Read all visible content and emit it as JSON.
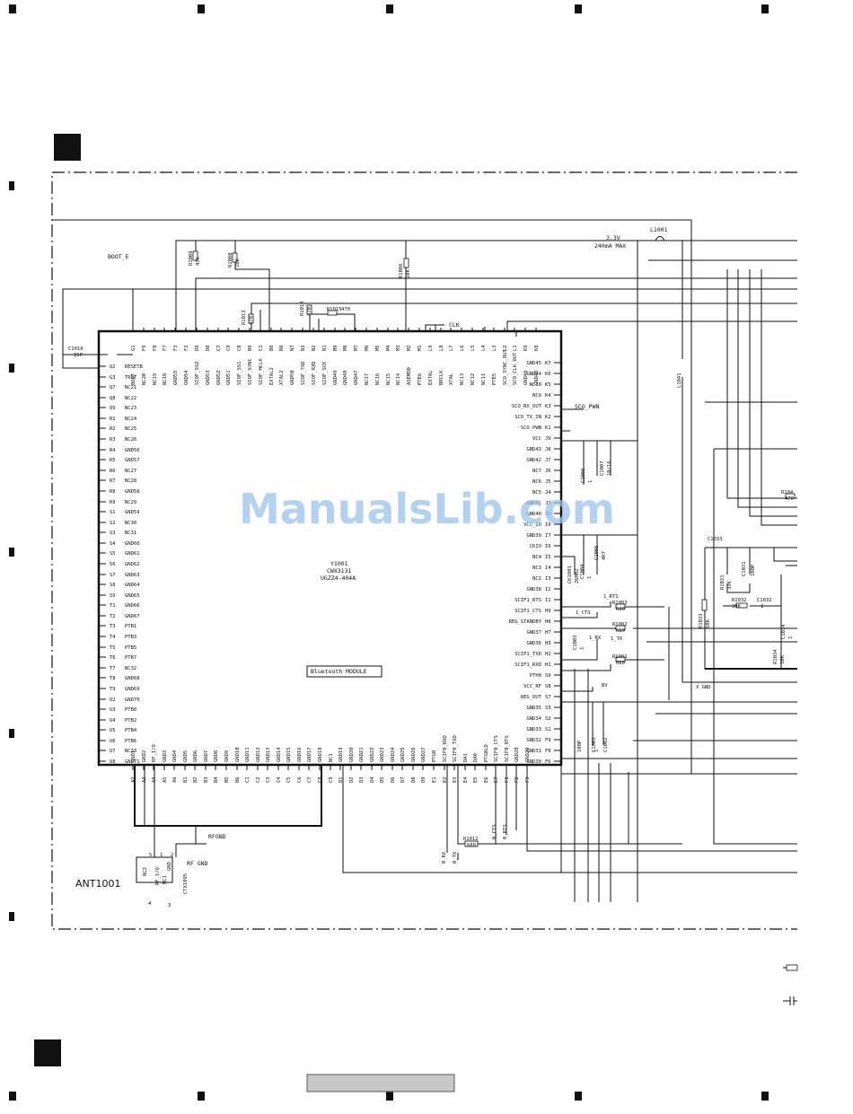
{
  "chip": {
    "ref": "Y1001",
    "part": "CWX3131",
    "code": "UGZZ4-404A"
  },
  "module_label": "Bluetooth MODULE",
  "antenna": {
    "ref": "ANT1001",
    "part": "CTX1095",
    "pins": [
      "NC2",
      "RF_I/O",
      "GND",
      "NC1"
    ],
    "pin_nums": [
      "4",
      "5",
      "2",
      "1",
      "3"
    ]
  },
  "power": {
    "voltage": "3.3V",
    "current": "240mA MAX",
    "inductor": "L1001",
    "inductor2": "L1041"
  },
  "nets": {
    "boot": "BOOT_E",
    "clk": "CLK",
    "sco_pwn": "SCO_PWN",
    "rfgnd": "RFGND",
    "rfgnd2": "RF GND",
    "rts": "1_RTS",
    "cts": "1_CTS",
    "rx": "1_RX",
    "tx": "1_TX",
    "bv": "BV",
    "ox": "0_RX",
    "otx": "0_TX",
    "octs": "0_CTS",
    "orts": "0_RTS",
    "xgnd": "X GND"
  },
  "components": [
    {
      "ref": "R1009",
      "val": "47K"
    },
    {
      "ref": "R1008",
      "val": "10K"
    },
    {
      "ref": "R1006",
      "val": "10K"
    },
    {
      "ref": "R1013",
      "val": "470"
    },
    {
      "ref": "R1014",
      "val": "470"
    },
    {
      "ref": "R1015",
      "val": "470"
    },
    {
      "ref": "C1010",
      "val": "15P"
    },
    {
      "ref": "R1003",
      "val": "680"
    },
    {
      "ref": "R1002",
      "val": "680"
    },
    {
      "ref": "R1001",
      "val": "680"
    },
    {
      "ref": "R1012",
      "val": "680"
    },
    {
      "ref": "R104",
      "val": "470"
    },
    {
      "ref": "C1033",
      "val": ""
    },
    {
      "ref": "R1031",
      "val": "33K"
    },
    {
      "ref": "C1031",
      "val": "100P"
    },
    {
      "ref": "R1032",
      "val": "39K"
    },
    {
      "ref": "C1032",
      "val": "1"
    },
    {
      "ref": "R1033",
      "val": "10K"
    },
    {
      "ref": "R1034",
      "val": "10K"
    },
    {
      "ref": "C1034",
      "val": "1"
    },
    {
      "ref": "C1001",
      "val": "100P"
    },
    {
      "ref": "C1002",
      "val": "1"
    },
    {
      "ref": "C1003",
      "val": "1"
    },
    {
      "ref": "C1004",
      "val": "1"
    },
    {
      "ref": "C1005",
      "val": "4R7"
    },
    {
      "ref": "C1006",
      "val": "1"
    },
    {
      "ref": "C1007",
      "val": "10/16"
    },
    {
      "ref": "CK1001",
      "val": "26MHZ"
    }
  ],
  "pins_left": [
    {
      "num": "Q2",
      "name": "RESETB"
    },
    {
      "num": "G3",
      "name": "TRST"
    },
    {
      "num": "Q7",
      "name": "NC21"
    },
    {
      "num": "Q8",
      "name": "NC22"
    },
    {
      "num": "Q9",
      "name": "NC23"
    },
    {
      "num": "R1",
      "name": "NC24"
    },
    {
      "num": "R2",
      "name": "NC25"
    },
    {
      "num": "R3",
      "name": "NC26"
    },
    {
      "num": "R4",
      "name": "GND56"
    },
    {
      "num": "R5",
      "name": "GND57"
    },
    {
      "num": "R6",
      "name": "NC27"
    },
    {
      "num": "R7",
      "name": "NC28"
    },
    {
      "num": "R8",
      "name": "GND58"
    },
    {
      "num": "R9",
      "name": "NC29"
    },
    {
      "num": "S1",
      "name": "GND59"
    },
    {
      "num": "S2",
      "name": "NC30"
    },
    {
      "num": "S3",
      "name": "NC31"
    },
    {
      "num": "S4",
      "name": "GND60"
    },
    {
      "num": "S5",
      "name": "GND61"
    },
    {
      "num": "S6",
      "name": "GND62"
    },
    {
      "num": "S7",
      "name": "GND63"
    },
    {
      "num": "S8",
      "name": "GND64"
    },
    {
      "num": "S9",
      "name": "GND65"
    },
    {
      "num": "T1",
      "name": "GND66"
    },
    {
      "num": "T2",
      "name": "GND67"
    },
    {
      "num": "T3",
      "name": "PTB1"
    },
    {
      "num": "T4",
      "name": "PTB3"
    },
    {
      "num": "T5",
      "name": "PTB5"
    },
    {
      "num": "T6",
      "name": "PTB7"
    },
    {
      "num": "T7",
      "name": "NC32"
    },
    {
      "num": "T8",
      "name": "GND68"
    },
    {
      "num": "T9",
      "name": "GND69"
    },
    {
      "num": "U2",
      "name": "GND70"
    },
    {
      "num": "U3",
      "name": "PTB0"
    },
    {
      "num": "U4",
      "name": "PTB2"
    },
    {
      "num": "U5",
      "name": "PTB4"
    },
    {
      "num": "U6",
      "name": "PTB6"
    },
    {
      "num": "U7",
      "name": "NC33"
    },
    {
      "num": "U8",
      "name": "GND71"
    }
  ],
  "pins_right": [
    {
      "num": "K7",
      "name": "GND45"
    },
    {
      "num": "K6",
      "name": "GND44"
    },
    {
      "num": "K5",
      "name": "NC10"
    },
    {
      "num": "K4",
      "name": "NC9"
    },
    {
      "num": "K3",
      "name": "SCO_RX_OUT"
    },
    {
      "num": "K2",
      "name": "SCO_TX_IN"
    },
    {
      "num": "K1",
      "name": "SCO_PWN"
    },
    {
      "num": "J9",
      "name": "VCC"
    },
    {
      "num": "J8",
      "name": "GND43"
    },
    {
      "num": "J7",
      "name": "GND42"
    },
    {
      "num": "J6",
      "name": "NC7"
    },
    {
      "num": "J5",
      "name": "NC6"
    },
    {
      "num": "J4",
      "name": "NC5"
    },
    {
      "num": "J3",
      "name": "GND41"
    },
    {
      "num": "J2",
      "name": "GND40"
    },
    {
      "num": "I9",
      "name": "VCC_IO"
    },
    {
      "num": "I7",
      "name": "GND39"
    },
    {
      "num": "I6",
      "name": "CKIO"
    },
    {
      "num": "I5",
      "name": "NC4"
    },
    {
      "num": "I4",
      "name": "NC3"
    },
    {
      "num": "I3",
      "name": "NC2"
    },
    {
      "num": "I2",
      "name": "GND38"
    },
    {
      "num": "I1",
      "name": "SCIF1_RTS"
    },
    {
      "num": "H9",
      "name": "SCIF1_CTS"
    },
    {
      "num": "H8",
      "name": "REG_STANDBY"
    },
    {
      "num": "H7",
      "name": "GND37"
    },
    {
      "num": "H3",
      "name": "GND36"
    },
    {
      "num": "H2",
      "name": "SCIF1_TXD"
    },
    {
      "num": "H1",
      "name": "SCIF1_RXD"
    },
    {
      "num": "S9",
      "name": "PTH0"
    },
    {
      "num": "S8",
      "name": "VCC_RF"
    },
    {
      "num": "S7",
      "name": "REG_OUT"
    },
    {
      "num": "S3",
      "name": "GND35"
    },
    {
      "num": "S2",
      "name": "GND34"
    },
    {
      "num": "S1",
      "name": "GND33"
    },
    {
      "num": "F9",
      "name": "GND32"
    },
    {
      "num": "F8",
      "name": "GND31"
    },
    {
      "num": "F6",
      "name": "GND30"
    }
  ],
  "pins_top": [
    {
      "num": "G1",
      "name": "BOOT"
    },
    {
      "num": "F9",
      "name": "NC20"
    },
    {
      "num": "F8",
      "name": "NC19"
    },
    {
      "num": "F7",
      "name": "NC18"
    },
    {
      "num": "F3",
      "name": "GND55"
    },
    {
      "num": "F2",
      "name": "GND54"
    },
    {
      "num": "D9",
      "name": "SIOF_SS2"
    },
    {
      "num": "D8",
      "name": "GND53"
    },
    {
      "num": "C7",
      "name": "GND52"
    },
    {
      "num": "C9",
      "name": "GND51"
    },
    {
      "num": "C8",
      "name": "SIOF_SS1"
    },
    {
      "num": "B9",
      "name": "SIOF_SYNC"
    },
    {
      "num": "C1",
      "name": "SIOF_MCLK"
    },
    {
      "num": "B8",
      "name": "EXTAL2"
    },
    {
      "num": "N8",
      "name": "XTAL2"
    },
    {
      "num": "N7",
      "name": "GND50"
    },
    {
      "num": "N3",
      "name": "SIOF_TXD"
    },
    {
      "num": "N2",
      "name": "SIOF_RXD"
    },
    {
      "num": "N1",
      "name": "SIOF_SCK"
    },
    {
      "num": "M9",
      "name": "GND49"
    },
    {
      "num": "M8",
      "name": "GND48"
    },
    {
      "num": "M7",
      "name": "GND47"
    },
    {
      "num": "M6",
      "name": "NC17"
    },
    {
      "num": "M5",
      "name": "NC16"
    },
    {
      "num": "M4",
      "name": "NC15"
    },
    {
      "num": "M3",
      "name": "NC14"
    },
    {
      "num": "M2",
      "name": "ASEMD0"
    },
    {
      "num": "M1",
      "name": "PTE6"
    },
    {
      "num": "L9",
      "name": "EXTAL"
    },
    {
      "num": "L8",
      "name": "BRCLK"
    },
    {
      "num": "L7",
      "name": "XTAL"
    },
    {
      "num": "L6",
      "name": "NC13"
    },
    {
      "num": "L5",
      "name": "NC12"
    },
    {
      "num": "L4",
      "name": "NC11"
    },
    {
      "num": "L3",
      "name": "PTE5"
    },
    {
      "num": "L2",
      "name": "SCO_SYNC_OUT"
    },
    {
      "num": "L1",
      "name": "SCO_CLK_OUT"
    },
    {
      "num": "K9",
      "name": "GND46"
    },
    {
      "num": "K8",
      "name": "GND45"
    }
  ],
  "pins_bottom": [
    {
      "num": "A2",
      "name": "GND1"
    },
    {
      "num": "A3",
      "name": "GND2"
    },
    {
      "num": "A4",
      "name": "RF_I/O"
    },
    {
      "num": "A5",
      "name": "GND3"
    },
    {
      "num": "A6",
      "name": "GND4"
    },
    {
      "num": "B1",
      "name": "GND5"
    },
    {
      "num": "B2",
      "name": "GND6"
    },
    {
      "num": "B3",
      "name": "GND7"
    },
    {
      "num": "B4",
      "name": "GND8"
    },
    {
      "num": "B5",
      "name": "GND9"
    },
    {
      "num": "B6",
      "name": "GND10"
    },
    {
      "num": "C1",
      "name": "GND11"
    },
    {
      "num": "C2",
      "name": "GND12"
    },
    {
      "num": "C3",
      "name": "GND13"
    },
    {
      "num": "C4",
      "name": "GND14"
    },
    {
      "num": "C5",
      "name": "GND15"
    },
    {
      "num": "C6",
      "name": "GND16"
    },
    {
      "num": "C7",
      "name": "GND17"
    },
    {
      "num": "C8",
      "name": "GND18"
    },
    {
      "num": "C9",
      "name": "NC1"
    },
    {
      "num": "D1",
      "name": "GND19"
    },
    {
      "num": "D2",
      "name": "GND20"
    },
    {
      "num": "D3",
      "name": "GND21"
    },
    {
      "num": "D4",
      "name": "GND22"
    },
    {
      "num": "D5",
      "name": "GND23"
    },
    {
      "num": "D6",
      "name": "GND24"
    },
    {
      "num": "D7",
      "name": "GND25"
    },
    {
      "num": "D8",
      "name": "GND26"
    },
    {
      "num": "D9",
      "name": "GND27"
    },
    {
      "num": "E1",
      "name": "PTG0"
    },
    {
      "num": "E2",
      "name": "SCIF0_RXD"
    },
    {
      "num": "E3",
      "name": "SCIF0_TXD"
    },
    {
      "num": "E4",
      "name": "DA1"
    },
    {
      "num": "E5",
      "name": "DA0"
    },
    {
      "num": "E6",
      "name": "PTG0LD"
    },
    {
      "num": "E7",
      "name": "SCIF0_CTS"
    },
    {
      "num": "F1",
      "name": "SCIF0_RTS"
    },
    {
      "num": "F2",
      "name": "GND28"
    },
    {
      "num": "F3",
      "name": "GND29"
    }
  ],
  "watermark": "ManualsLib.com"
}
